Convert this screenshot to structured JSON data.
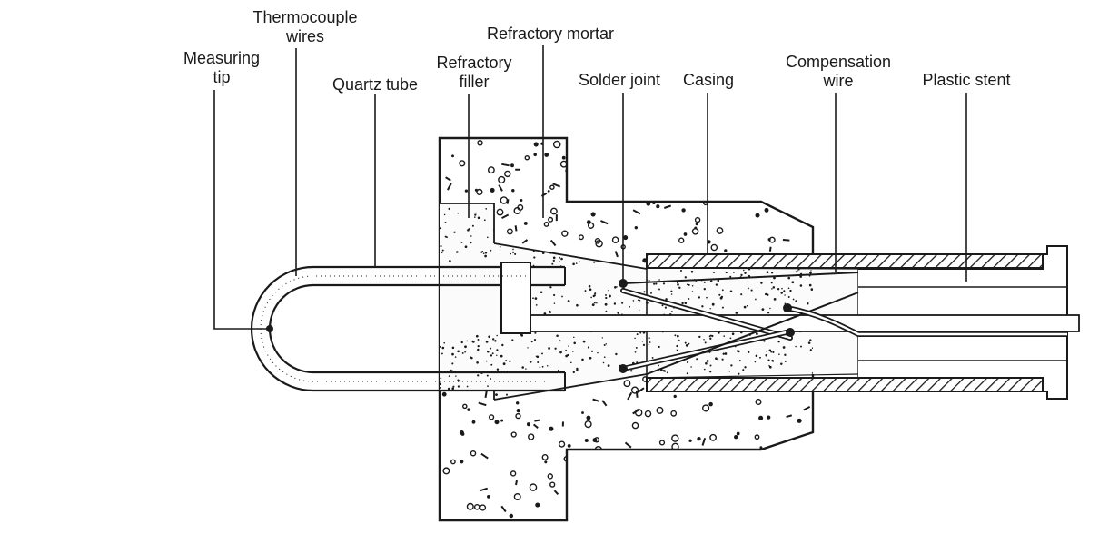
{
  "labels": {
    "measuring_tip": [
      "Measuring",
      "tip"
    ],
    "thermocouple_wires": [
      "Thermocouple",
      "wires"
    ],
    "quartz_tube": [
      "Quartz tube"
    ],
    "refractory_filler": [
      "Refractory",
      "filler"
    ],
    "refractory_mortar": [
      "Refractory mortar"
    ],
    "solder_joint": [
      "Solder joint"
    ],
    "casing": [
      "Casing"
    ],
    "compensation_wire": [
      "Compensation",
      "wire"
    ],
    "plastic_stent": [
      "Plastic stent"
    ]
  },
  "colors": {
    "ink": "#1a1a1a",
    "background": "#ffffff"
  }
}
